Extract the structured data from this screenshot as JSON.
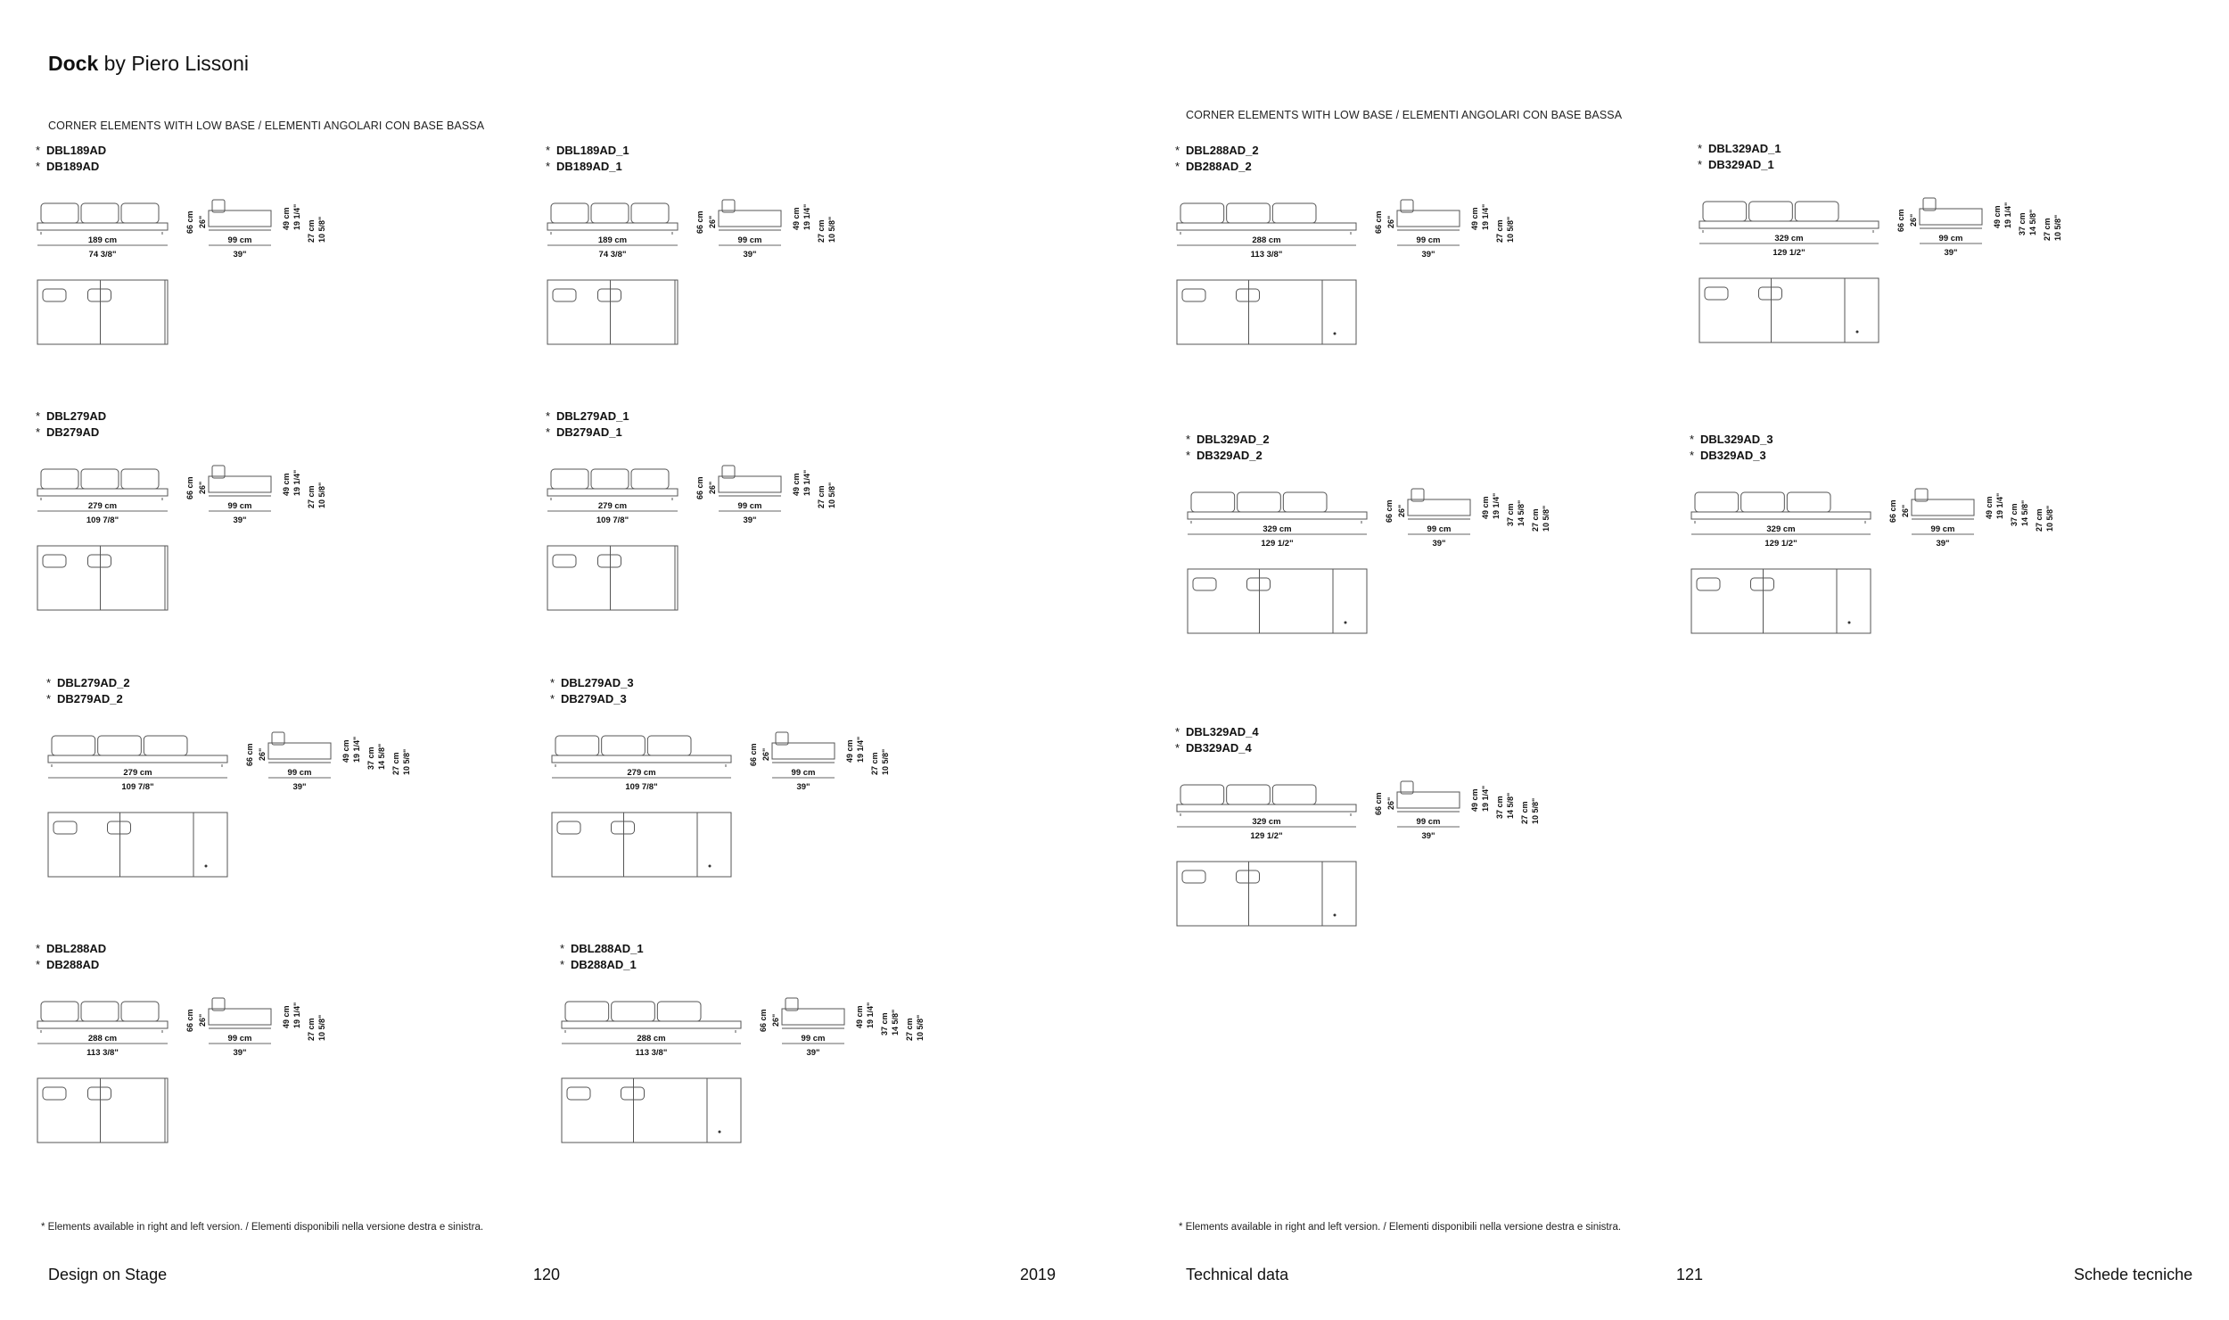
{
  "header": {
    "brand": "Dock",
    "by": "by Piero Lissoni"
  },
  "sections": {
    "left": "CORNER ELEMENTS WITH LOW BASE / ELEMENTI ANGOLARI CON BASE BASSA",
    "right": "CORNER ELEMENTS WITH LOW BASE / ELEMENTI ANGOLARI CON BASE BASSA"
  },
  "items": [
    {
      "codes": [
        "DBL189AD",
        "DB189AD"
      ],
      "width_cm": "189 cm",
      "width_in": "74 3/8\"",
      "depth_cm": "99 cm",
      "depth_in": "39\"",
      "height1": "66 cm",
      "height1_in": "26\"",
      "seat": "49 cm",
      "seat_in": "19 1/4\"",
      "base": "27 cm",
      "base_in": "10 5/8\"",
      "extra": "",
      "extra_in": ""
    },
    {
      "codes": [
        "DBL189AD_1",
        "DB189AD_1"
      ],
      "width_cm": "189 cm",
      "width_in": "74 3/8\"",
      "depth_cm": "99 cm",
      "depth_in": "39\"",
      "height1": "66 cm",
      "height1_in": "26\"",
      "seat": "49 cm",
      "seat_in": "19 1/4\"",
      "base": "27 cm",
      "base_in": "10 5/8\"",
      "extra": "",
      "extra_in": ""
    },
    {
      "codes": [
        "DBL279AD",
        "DB279AD"
      ],
      "width_cm": "279 cm",
      "width_in": "109 7/8\"",
      "depth_cm": "99 cm",
      "depth_in": "39\"",
      "height1": "66 cm",
      "height1_in": "26\"",
      "seat": "49 cm",
      "seat_in": "19 1/4\"",
      "base": "27 cm",
      "base_in": "10 5/8\"",
      "extra": "",
      "extra_in": ""
    },
    {
      "codes": [
        "DBL279AD_1",
        "DB279AD_1"
      ],
      "width_cm": "279 cm",
      "width_in": "109 7/8\"",
      "depth_cm": "99 cm",
      "depth_in": "39\"",
      "height1": "66 cm",
      "height1_in": "26\"",
      "seat": "49 cm",
      "seat_in": "19 1/4\"",
      "base": "27 cm",
      "base_in": "10 5/8\"",
      "extra": "",
      "extra_in": ""
    },
    {
      "codes": [
        "DBL279AD_2",
        "DB279AD_2"
      ],
      "width_cm": "279 cm",
      "width_in": "109 7/8\"",
      "depth_cm": "99 cm",
      "depth_in": "39\"",
      "height1": "66 cm",
      "height1_in": "26\"",
      "seat": "49 cm",
      "seat_in": "19 1/4\"",
      "base": "27 cm",
      "base_in": "10 5/8\"",
      "extra": "37 cm",
      "extra_in": "14 5/8\""
    },
    {
      "codes": [
        "DBL279AD_3",
        "DB279AD_3"
      ],
      "width_cm": "279 cm",
      "width_in": "109 7/8\"",
      "depth_cm": "99 cm",
      "depth_in": "39\"",
      "height1": "66 cm",
      "height1_in": "26\"",
      "seat": "49 cm",
      "seat_in": "19 1/4\"",
      "base": "27 cm",
      "base_in": "10 5/8\"",
      "extra": "",
      "extra_in": ""
    },
    {
      "codes": [
        "DBL288AD",
        "DB288AD"
      ],
      "width_cm": "288 cm",
      "width_in": "113 3/8\"",
      "depth_cm": "99 cm",
      "depth_in": "39\"",
      "height1": "66 cm",
      "height1_in": "26\"",
      "seat": "49 cm",
      "seat_in": "19 1/4\"",
      "base": "27 cm",
      "base_in": "10 5/8\"",
      "extra": "",
      "extra_in": ""
    },
    {
      "codes": [
        "DBL288AD_1",
        "DB288AD_1"
      ],
      "width_cm": "288 cm",
      "width_in": "113 3/8\"",
      "depth_cm": "99 cm",
      "depth_in": "39\"",
      "height1": "66 cm",
      "height1_in": "26\"",
      "seat": "49 cm",
      "seat_in": "19 1/4\"",
      "base": "27 cm",
      "base_in": "10 5/8\"",
      "extra": "37 cm",
      "extra_in": "14 5/8\""
    },
    {
      "codes": [
        "DBL288AD_2",
        "DB288AD_2"
      ],
      "width_cm": "288 cm",
      "width_in": "113 3/8\"",
      "depth_cm": "99 cm",
      "depth_in": "39\"",
      "height1": "66 cm",
      "height1_in": "26\"",
      "seat": "49 cm",
      "seat_in": "19 1/4\"",
      "base": "27 cm",
      "base_in": "10 5/8\"",
      "extra": "",
      "extra_in": ""
    },
    {
      "codes": [
        "DBL329AD_1",
        "DB329AD_1"
      ],
      "width_cm": "329 cm",
      "width_in": "129 1/2\"",
      "depth_cm": "99 cm",
      "depth_in": "39\"",
      "height1": "66 cm",
      "height1_in": "26\"",
      "seat": "49 cm",
      "seat_in": "19 1/4\"",
      "base": "27 cm",
      "base_in": "10 5/8\"",
      "extra": "37 cm",
      "extra_in": "14 5/8\""
    },
    {
      "codes": [
        "DBL329AD_2",
        "DB329AD_2"
      ],
      "width_cm": "329 cm",
      "width_in": "129 1/2\"",
      "depth_cm": "99 cm",
      "depth_in": "39\"",
      "height1": "66 cm",
      "height1_in": "26\"",
      "seat": "49 cm",
      "seat_in": "19 1/4\"",
      "base": "27 cm",
      "base_in": "10 5/8\"",
      "extra": "37 cm",
      "extra_in": "14 5/8\""
    },
    {
      "codes": [
        "DBL329AD_3",
        "DB329AD_3"
      ],
      "width_cm": "329 cm",
      "width_in": "129 1/2\"",
      "depth_cm": "99 cm",
      "depth_in": "39\"",
      "height1": "66 cm",
      "height1_in": "26\"",
      "seat": "49 cm",
      "seat_in": "19 1/4\"",
      "base": "27 cm",
      "base_in": "10 5/8\"",
      "extra": "37 cm",
      "extra_in": "14 5/8\""
    },
    {
      "codes": [
        "DBL329AD_4",
        "DB329AD_4"
      ],
      "width_cm": "329 cm",
      "width_in": "129 1/2\"",
      "depth_cm": "99 cm",
      "depth_in": "39\"",
      "height1": "66 cm",
      "height1_in": "26\"",
      "seat": "49 cm",
      "seat_in": "19 1/4\"",
      "base": "27 cm",
      "base_in": "10 5/8\"",
      "extra": "37 cm",
      "extra_in": "14 5/8\""
    }
  ],
  "footnotes": {
    "left": "* Elements available in right and left version. / Elementi disponibili nella versione destra e sinistra.",
    "right": "* Elements available in right and left version. / Elementi disponibili nella versione destra e sinistra."
  },
  "footer": {
    "left_label": "Design on Stage",
    "left_page": "120",
    "year": "2019",
    "right_label": "Technical data",
    "right_page": "121",
    "right_tail": "Schede tecniche"
  }
}
